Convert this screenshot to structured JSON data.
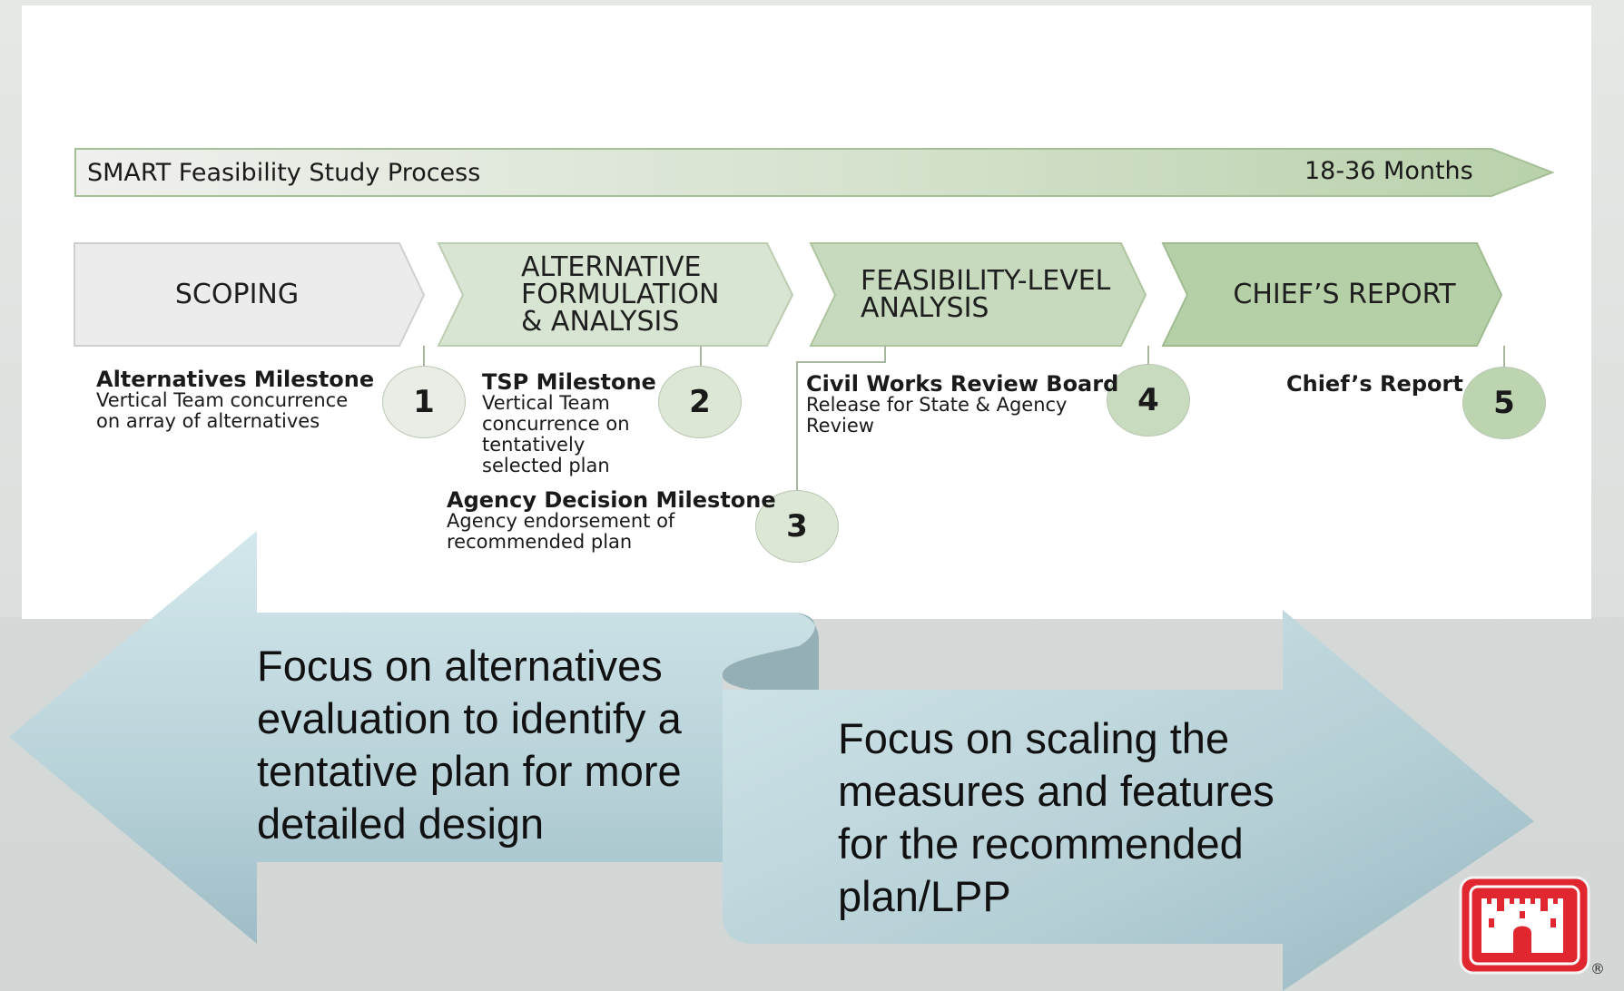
{
  "process_bar": {
    "title": "SMART Feasibility Study Process",
    "duration": "18-36 Months"
  },
  "phases": [
    {
      "label": "SCOPING"
    },
    {
      "label": "ALTERNATIVE\nFORMULATION\n& ANALYSIS"
    },
    {
      "label": "FEASIBILITY-LEVEL\nANALYSIS"
    },
    {
      "label": "CHIEF’S REPORT"
    }
  ],
  "milestones": [
    {
      "number": "1",
      "title": "Alternatives Milestone",
      "desc": "Vertical Team concurrence\non array of alternatives"
    },
    {
      "number": "2",
      "title": "TSP Milestone",
      "desc": "Vertical Team\nconcurrence on\ntentatively\nselected plan"
    },
    {
      "number": "3",
      "title": "Agency Decision Milestone",
      "desc": "Agency endorsement of\nrecommended plan"
    },
    {
      "number": "4",
      "title": "Civil Works Review Board",
      "desc": "Release for State & Agency\nReview"
    },
    {
      "number": "5",
      "title": "Chief’s Report",
      "desc": ""
    }
  ],
  "focus": {
    "left": "Focus on alternatives evaluation to identify a tentative plan for more detailed design",
    "right": "Focus on scaling the measures and features for the recommended plan/LPP"
  },
  "logo": {
    "registered_mark": "®"
  },
  "colors": {
    "phase_scoping": "#ececec",
    "phase_green_light": "#d9e5d3",
    "phase_green_mid": "#c7dabd",
    "phase_green_dark": "#b5cfa7",
    "circle_fill": "#d7e3cf",
    "arrow_blue": "#c3dbe1",
    "logo_red": "#e0262f"
  }
}
